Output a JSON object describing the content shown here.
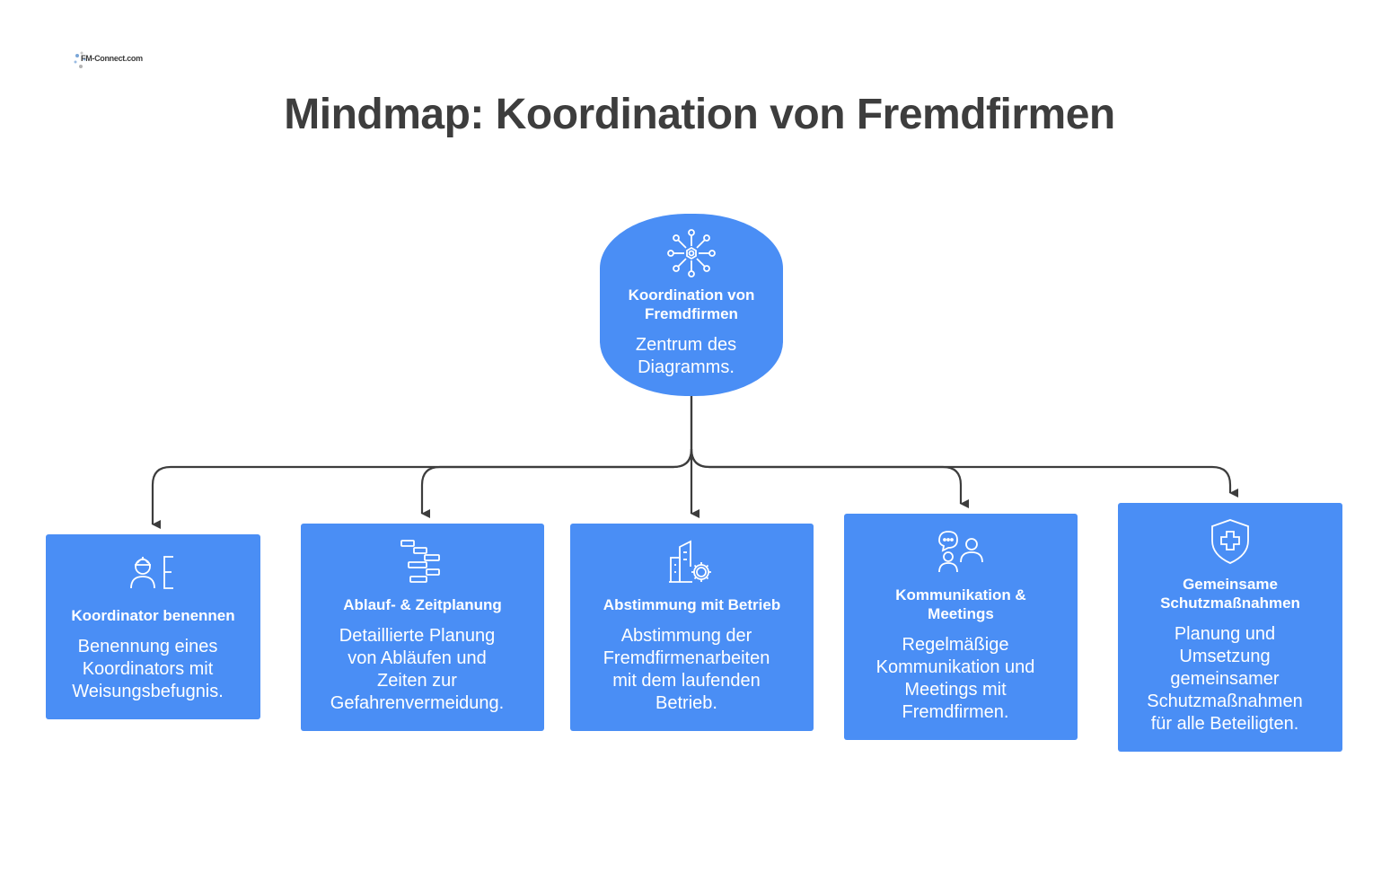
{
  "logo": {
    "text": "FM-Connect.com"
  },
  "title": "Mindmap: Koordination von Fremdfirmen",
  "center": {
    "title": "Koordination von\nFremdfirmen",
    "description": "Zentrum des\nDiagramms.",
    "icon": "network-hub-icon"
  },
  "branches": [
    {
      "title": "Koordinator benennen",
      "description": "Benennung eines\nKoordinators mit\nWeisungsbefugnis.",
      "icon": "worker-bracket-icon"
    },
    {
      "title": "Ablauf- & Zeitplanung",
      "description": "Detaillierte Planung\nvon Abläufen und\nZeiten zur\nGefahrenvermeidung.",
      "icon": "gantt-chart-icon"
    },
    {
      "title": "Abstimmung mit Betrieb",
      "description": "Abstimmung der\nFremdfirmenarbeiten\nmit dem laufenden\nBetrieb.",
      "icon": "building-gear-icon"
    },
    {
      "title": "Kommunikation &\nMeetings",
      "description": "Regelmäßige\nKommunikation und\nMeetings mit\nFremdfirmen.",
      "icon": "people-chat-icon"
    },
    {
      "title": "Gemeinsame\nSchutzmaßnahmen",
      "description": "Planung und\nUmsetzung\ngemeinsamer\nSchutzmaßnahmen\nfür alle Beteiligten.",
      "icon": "shield-cross-icon"
    }
  ],
  "colors": {
    "node_fill": "#4a8ef5",
    "connector": "#3d3d3d",
    "title_text": "#3d3d3d"
  }
}
